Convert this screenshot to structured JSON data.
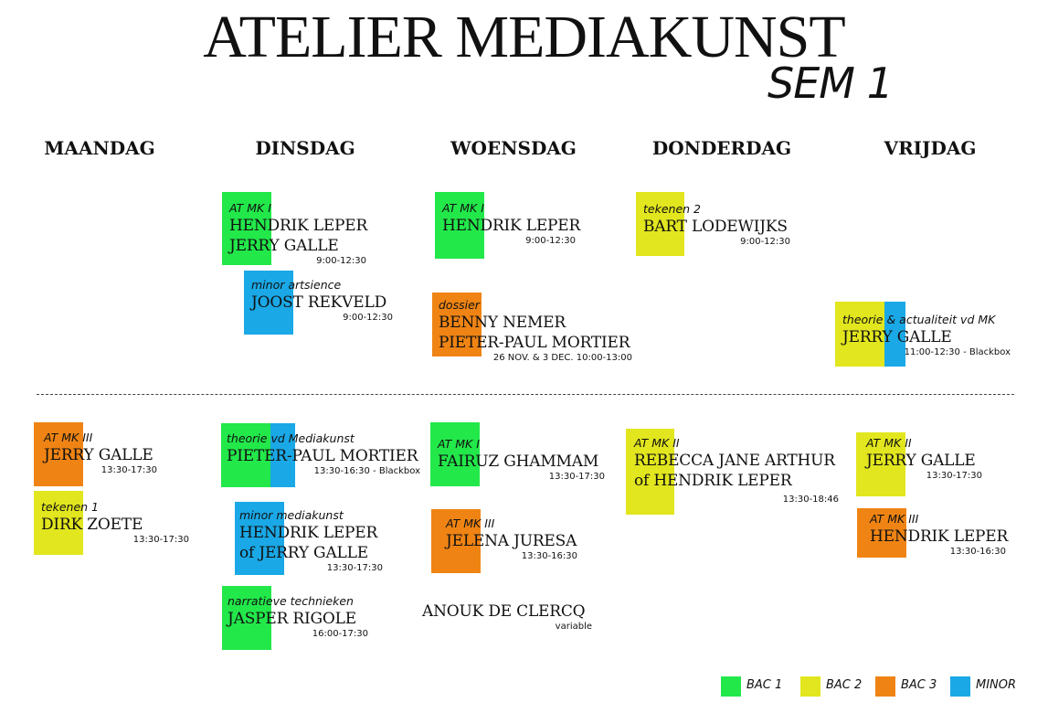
{
  "header": {
    "title": "ATELIER MEDIAKUNST",
    "subtitle": "SEM 1"
  },
  "days": [
    "MAANDAG",
    "DINSDAG",
    "WOENSDAG",
    "DONDERDAG",
    "VRIJDAG"
  ],
  "colors": {
    "bac1": "#22e84a",
    "bac2": "#e2e61e",
    "bac3": "#ef8414",
    "minor": "#1aa8e6"
  },
  "morning": {
    "tue_1": {
      "course": "AT MK I",
      "teacher1": "HENDRIK LEPER",
      "teacher2": "JERRY GALLE",
      "time": "9:00-12:30"
    },
    "tue_2": {
      "course": "minor artsience",
      "teacher1": "JOOST REKVELD",
      "time": "9:00-12:30"
    },
    "wed_1": {
      "course": "AT MK I",
      "teacher1": "HENDRIK LEPER",
      "time": "9:00-12:30"
    },
    "wed_2": {
      "course": "dossier",
      "teacher1": "BENNY NEMER",
      "teacher2": "PIETER-PAUL MORTIER",
      "time": "26 NOV. & 3 DEC. 10:00-13:00"
    },
    "thu_1": {
      "course": "tekenen 2",
      "teacher1": "BART LODEWIJKS",
      "time": "9:00-12:30"
    },
    "fri_1": {
      "course": "theorie & actualiteit vd MK",
      "teacher1": "JERRY GALLE",
      "time": "11:00-12:30 - Blackbox"
    }
  },
  "afternoon": {
    "mon_1": {
      "course": "AT MK III",
      "teacher1": "JERRY GALLE",
      "time": "13:30-17:30"
    },
    "mon_2": {
      "course": "tekenen 1",
      "teacher1": "DIRK ZOETE",
      "time": "13:30-17:30"
    },
    "tue_1": {
      "course": "theorie vd Mediakunst",
      "teacher1": "PIETER-PAUL MORTIER",
      "time": "13:30-16:30 - Blackbox"
    },
    "tue_2": {
      "course": "minor mediakunst",
      "teacher1": "HENDRIK LEPER",
      "teacher2": "of JERRY GALLE",
      "time": "13:30-17:30"
    },
    "tue_3": {
      "course": "narratieve technieken",
      "teacher1": "JASPER RIGOLE",
      "time": "16:00-17:30"
    },
    "wed_1": {
      "course": "AT MK I",
      "teacher1": "FAIRUZ GHAMMAM",
      "time": "13:30-17:30"
    },
    "wed_2": {
      "course": "AT MK III",
      "teacher1": "JELENA JURESA",
      "time": "13:30-16:30"
    },
    "wed_3": {
      "teacher1": "ANOUK DE CLERCQ",
      "time": "variable"
    },
    "thu_1": {
      "course": "AT MK II",
      "teacher1": "REBECCA JANE ARTHUR",
      "teacher2": "of HENDRIK LEPER",
      "time": "13:30-18:46"
    },
    "fri_1": {
      "course": "AT MK II",
      "teacher1": "JERRY GALLE",
      "time": "13:30-17:30"
    },
    "fri_2": {
      "course": "AT MK III",
      "teacher1": "HENDRIK LEPER",
      "time": "13:30-16:30"
    }
  },
  "legend": [
    {
      "label": "BAC 1",
      "color": "#22e84a"
    },
    {
      "label": "BAC 2",
      "color": "#e2e61e"
    },
    {
      "label": "BAC 3",
      "color": "#ef8414"
    },
    {
      "label": "MINOR",
      "color": "#1aa8e6"
    }
  ]
}
